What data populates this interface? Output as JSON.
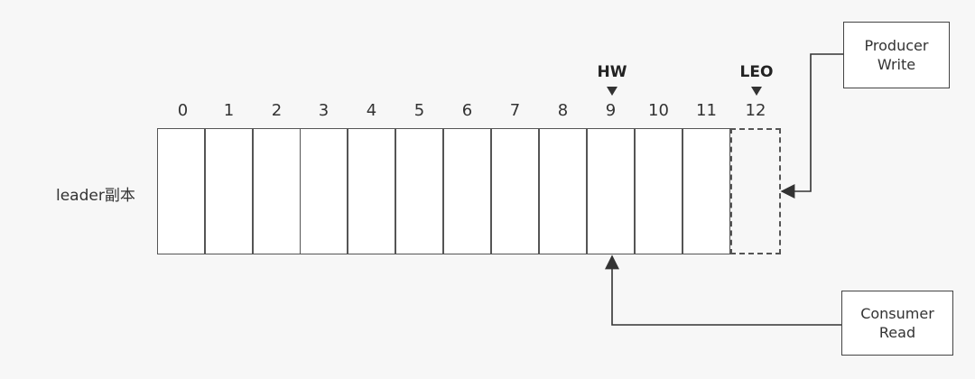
{
  "replica_label": "leader副本",
  "offsets": [
    "0",
    "1",
    "2",
    "3",
    "4",
    "5",
    "6",
    "7",
    "8",
    "9",
    "10",
    "11",
    "12"
  ],
  "markers": {
    "hw": {
      "label": "HW",
      "offset": 9
    },
    "leo": {
      "label": "LEO",
      "offset": 12
    }
  },
  "producer": {
    "line1": "Producer",
    "line2": "Write"
  },
  "consumer": {
    "line1": "Consumer",
    "line2": "Read"
  },
  "colors": {
    "background": "#f7f7f7",
    "cell_fill": "#ffffff",
    "stroke": "#444444"
  },
  "icons": {
    "marker_arrow": "triangle-down-icon",
    "flow_arrow": "arrowhead-icon"
  }
}
